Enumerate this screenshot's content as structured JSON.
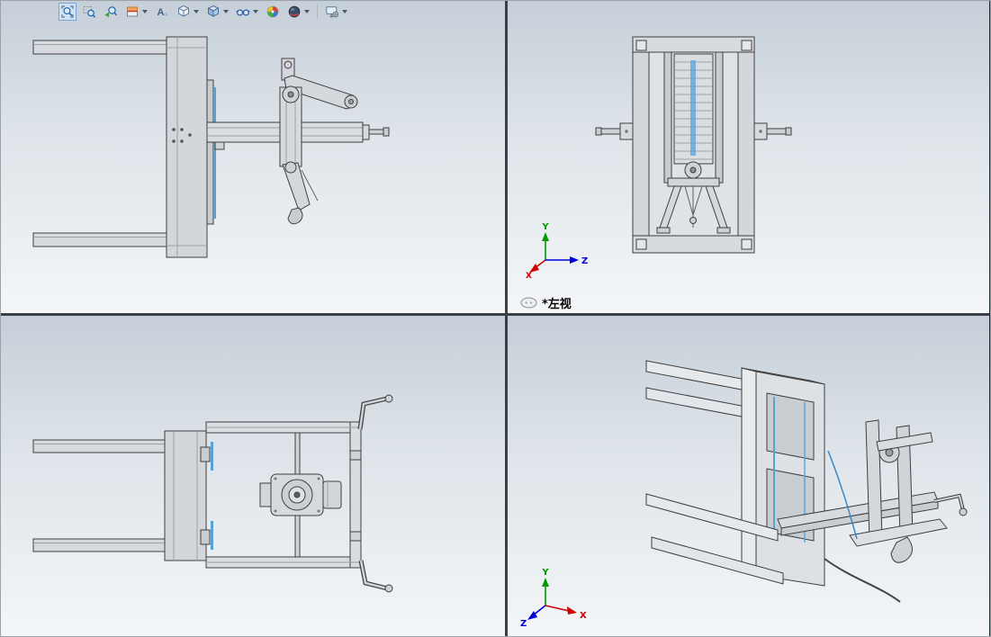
{
  "window": {
    "background_gradient_top": "#c6cfd8",
    "background_gradient_bottom": "#f4f6f8",
    "splitter_color": "#3a4048",
    "edge_color": "#23262b"
  },
  "toolbar": {
    "name": "heads-up-view-toolbar",
    "active_icon": "zoom-to-fit",
    "icons": [
      {
        "name": "zoom-to-fit",
        "dropdown": false
      },
      {
        "name": "zoom-to-area",
        "dropdown": false
      },
      {
        "name": "previous-view",
        "dropdown": false
      },
      {
        "name": "section-view",
        "dropdown": true
      },
      {
        "name": "annotation-views",
        "dropdown": false
      },
      {
        "name": "view-orientation",
        "dropdown": true
      },
      {
        "name": "display-style",
        "dropdown": true
      },
      {
        "name": "hide-show-items",
        "dropdown": true
      },
      {
        "name": "edit-appearance",
        "dropdown": false
      },
      {
        "name": "apply-scene",
        "dropdown": true
      },
      {
        "name": "view-settings",
        "dropdown": true
      }
    ]
  },
  "viewports": {
    "top_right": {
      "label": "*左视",
      "triad": {
        "up_label": "Y",
        "right_label": "Z",
        "diagonal_label": "X"
      }
    },
    "bottom_right": {
      "triad": {
        "up_label": "Y",
        "right_label": "X",
        "diagonal_label": "Z"
      }
    }
  },
  "palette": {
    "axis_x": "#cc0000",
    "axis_y": "#009b00",
    "axis_z": "#0000dd",
    "model_fill": "#d7dbdf",
    "model_stroke": "#3f3f3f",
    "accent_blue": "#56a3d8"
  }
}
